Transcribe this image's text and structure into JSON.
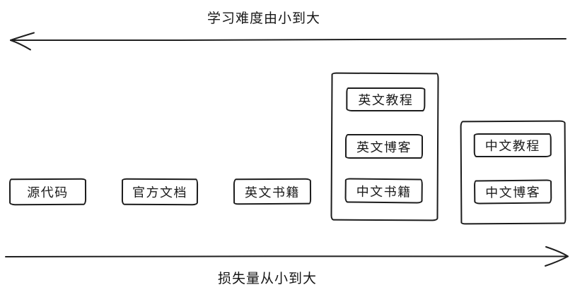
{
  "diagram": {
    "top_axis": {
      "label": "学习难度由小到大",
      "arrow_direction": "left"
    },
    "bottom_axis": {
      "label": "损失量从小到大",
      "arrow_direction": "right"
    },
    "nodes": [
      {
        "label": "源代码"
      },
      {
        "label": "官方文档"
      },
      {
        "label": "英文书籍"
      }
    ],
    "groups": [
      {
        "items": [
          {
            "label": "英文教程"
          },
          {
            "label": "英文博客"
          },
          {
            "label": "中文书籍"
          }
        ]
      },
      {
        "items": [
          {
            "label": "中文教程"
          },
          {
            "label": "中文博客"
          }
        ]
      }
    ],
    "colors": {
      "stroke": "#1c1c1c",
      "background": "#ffffff"
    }
  }
}
